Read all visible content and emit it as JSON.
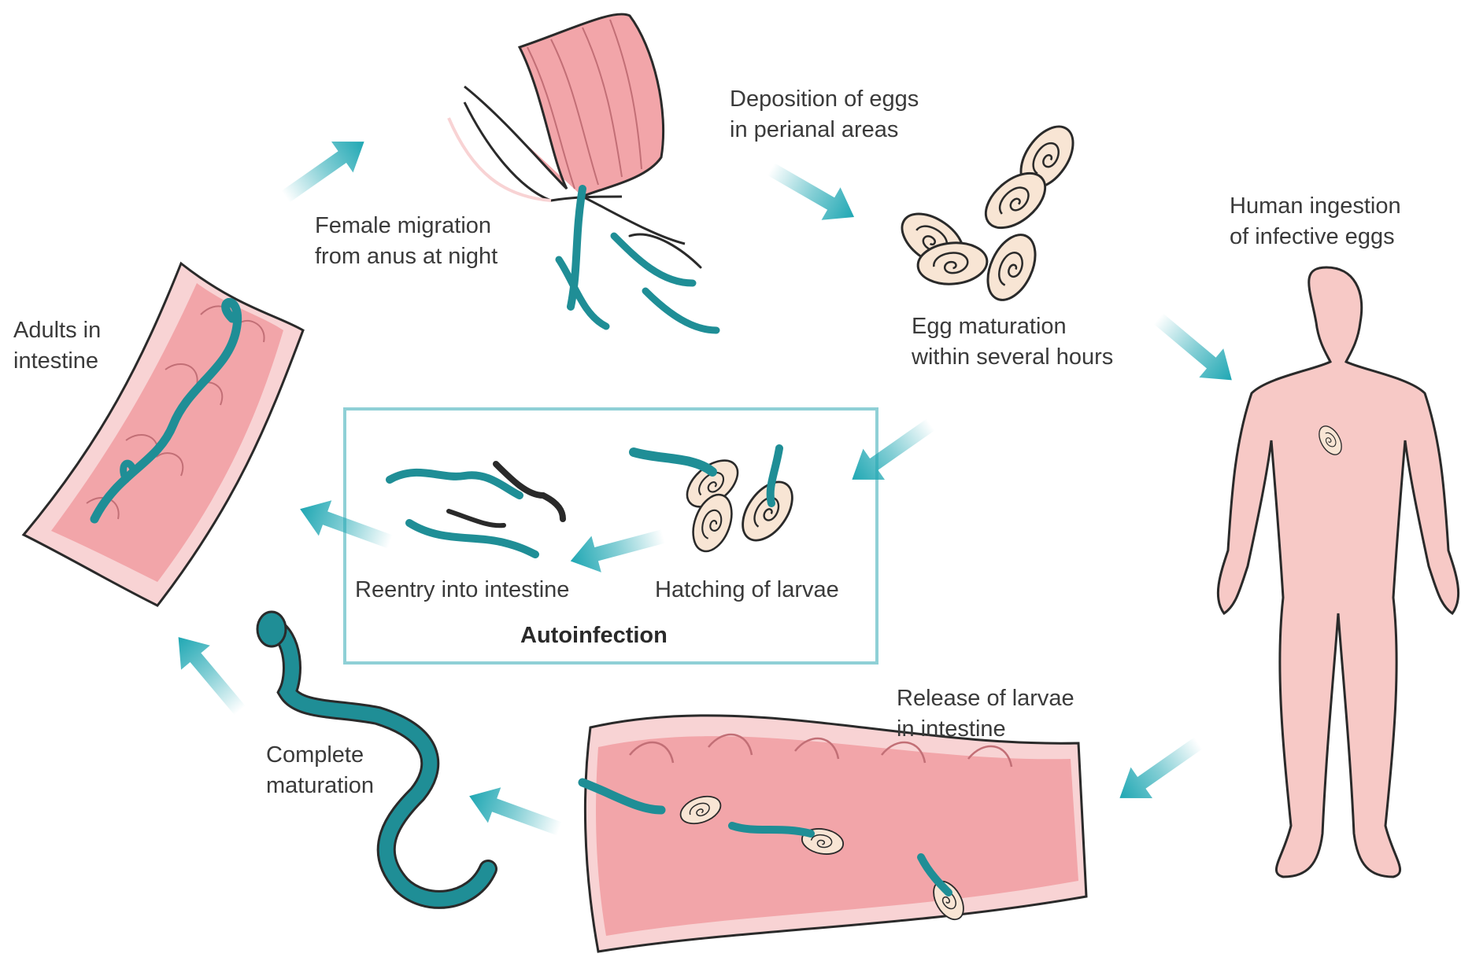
{
  "labels": {
    "deposition": [
      "Deposition of eggs",
      "in perianal areas"
    ],
    "female_migration": [
      "Female migration",
      "from anus at night"
    ],
    "human_ingestion": [
      "Human ingestion",
      "of infective eggs"
    ],
    "adults": [
      "Adults in",
      "intestine"
    ],
    "egg_maturation": [
      "Egg maturation",
      "within several hours"
    ],
    "reentry": "Reentry into intestine",
    "hatching": "Hatching of larvae",
    "autoinfection": "Autoinfection",
    "release": [
      "Release of larvae",
      "in intestine"
    ],
    "complete": [
      "Complete",
      "maturation"
    ]
  },
  "colors": {
    "arrow": "#1fa7b3",
    "worm": "#1f8e96",
    "tissue": "#f2a5a9",
    "tissue_light": "#f8d3d4",
    "egg": "#f8e5d4",
    "skin": "#f7c9c6",
    "box_border": "#8fd0d6"
  }
}
